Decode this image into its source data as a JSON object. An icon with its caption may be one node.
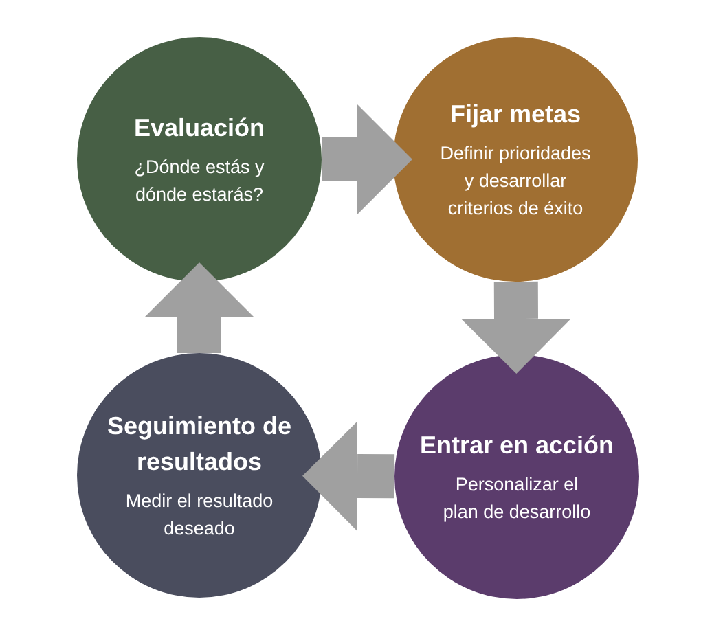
{
  "diagram": {
    "nodes": [
      {
        "text": [
          "Evaluación",
          "¿Dónde estás y dónde estarás?"
        ]
      },
      {
        "text": [
          "Fijar metas",
          "Definir prioridades y desarrollar criterios de éxito"
        ]
      },
      {
        "text": [
          "Seguimiento de resultados",
          "Medir el resultado deseado"
        ]
      },
      {
        "text": [
          "Entrar en acción",
          "Personalizar el plan de desarrollo"
        ]
      }
    ],
    "edges": [
      {
        "from": 0,
        "to": 1,
        "arrow": "to"
      },
      {
        "from": 1,
        "to": 3,
        "arrow": "to"
      },
      {
        "from": 3,
        "to": 2,
        "arrow": "to"
      },
      {
        "from": 2,
        "to": 0,
        "arrow": "to"
      }
    ]
  }
}
